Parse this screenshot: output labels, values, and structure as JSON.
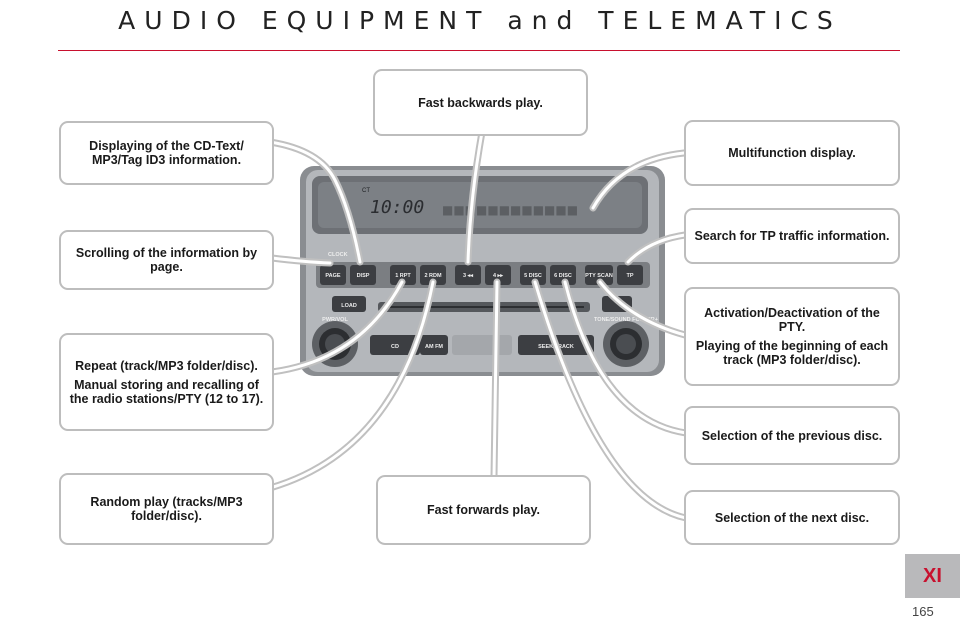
{
  "page": {
    "title": "AUDIO EQUIPMENT and TELEMATICS",
    "section_tab": "XI",
    "page_number": "165"
  },
  "callouts": {
    "fast_backwards": "Fast backwards play.",
    "cd_text": "Displaying of the CD-Text/ MP3/Tag ID3 information.",
    "scrolling": "Scrolling of the information by page.",
    "repeat": "Repeat (track/MP3 folder/disc).",
    "manual_store": "Manual storing and recalling of the radio stations/PTY (12 to 17).",
    "random": "Random play (tracks/MP3 folder/disc).",
    "fast_forwards": "Fast forwards play.",
    "multifunction": "Multifunction display.",
    "tp_search": "Search for TP traffic information.",
    "pty": "Activation/Deactivation of the PTY.",
    "scan": "Playing of the beginning of each track (MP3 folder/disc).",
    "prev_disc": "Selection of the previous disc.",
    "next_disc": "Selection of the next disc."
  },
  "radio": {
    "display_prefix": "CT",
    "display_time": "10:00",
    "display_segments": "■■■■■■■■■■■■",
    "clock_label": "CLOCK",
    "buttons": [
      "PAGE",
      "DISP",
      "1 RPT",
      "2 RDM",
      "3 ◂◂",
      "4 ▸▸",
      "5 DISC",
      "6 DISC",
      "PTY SCAN",
      "TP"
    ],
    "load_label": "LOAD",
    "cd_label": "CD",
    "am_fm_label": "AM FM",
    "seek_label": "SEEK TRACK",
    "pwr_vol_label": "PWR/VOL",
    "tone_label": "TONE/SOUND FOLDER+"
  }
}
